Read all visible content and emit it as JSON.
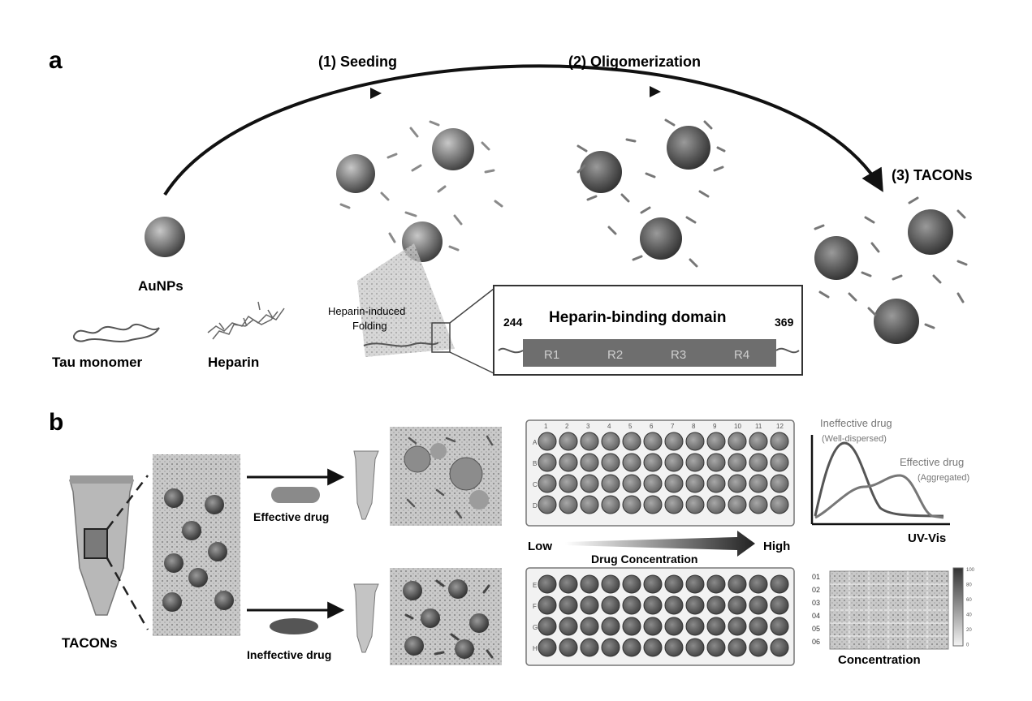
{
  "panel_a": {
    "label": "a",
    "step1": "(1) Seeding",
    "step2": "(2) Oligomerization",
    "step3": "(3) TACONs",
    "aunps": "AuNPs",
    "tau_monomer": "Tau monomer",
    "heparin": "Heparin",
    "folding_line1": "Heparin-induced",
    "folding_line2": "Folding",
    "domain_title": "Heparin-binding domain",
    "domain_start": "244",
    "domain_end": "369",
    "repeats": [
      "R1",
      "R2",
      "R3",
      "R4"
    ]
  },
  "panel_b": {
    "label": "b",
    "tacons": "TACONs",
    "effective_drug": "Effective drug",
    "ineffective_drug": "Ineffective drug",
    "plate_columns": [
      "1",
      "2",
      "3",
      "4",
      "5",
      "6",
      "7",
      "8",
      "9",
      "10",
      "11",
      "12"
    ],
    "plate_top_rows": [
      "A",
      "B",
      "C",
      "D"
    ],
    "plate_bottom_rows": [
      "E",
      "F",
      "G",
      "H"
    ],
    "low": "Low",
    "high": "High",
    "drug_concentration": "Drug Concentration",
    "uv_ineffective_line1": "Ineffective drug",
    "uv_ineffective_line2": "(Well-dispersed)",
    "uv_effective_line1": "Effective drug",
    "uv_effective_line2": "(Aggregated)",
    "uv_vis": "UV-Vis",
    "heatmap_rows": [
      "01",
      "02",
      "03",
      "04",
      "05",
      "06"
    ],
    "heatmap_scale": [
      "100",
      "80",
      "60",
      "40",
      "20",
      "0"
    ],
    "concentration": "Concentration"
  }
}
